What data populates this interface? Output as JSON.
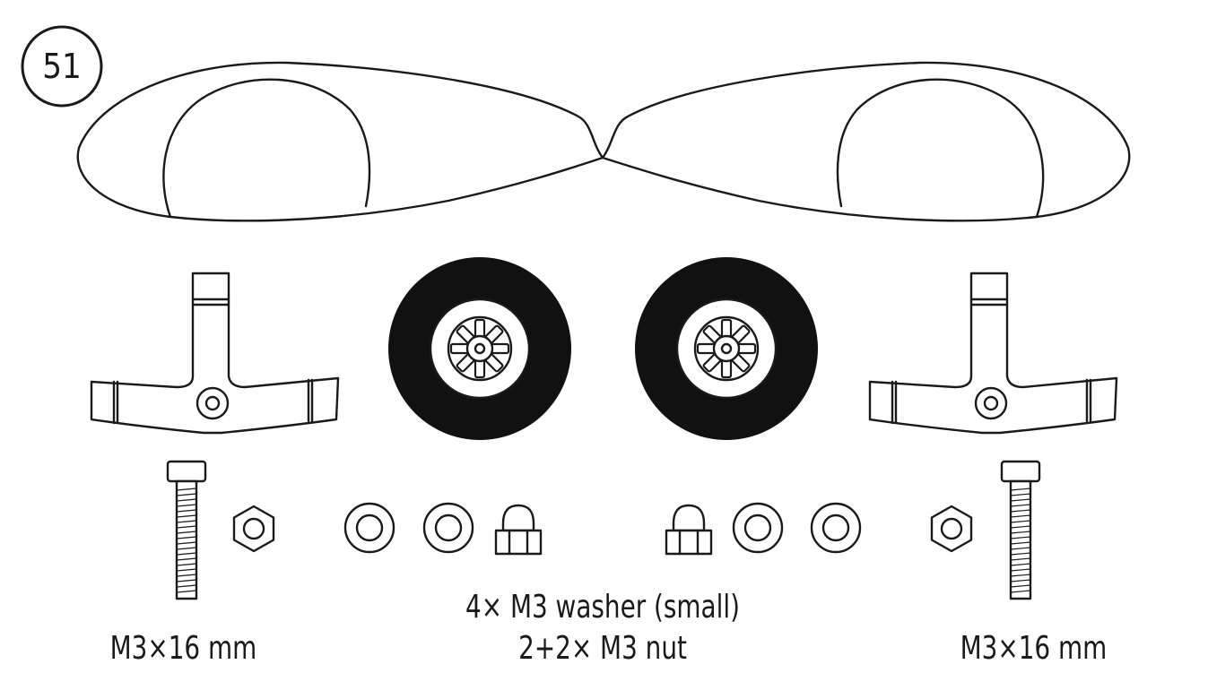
{
  "step": {
    "number": "51"
  },
  "labels": {
    "left_bolt": "M3×16 mm",
    "right_bolt": "M3×16 mm",
    "center_line1": "4× M3 washer (small)",
    "center_line2": "2+2× M3 nut"
  },
  "colors": {
    "ink": "#1a1a1a",
    "tire": "#111111",
    "paper": "#ffffff"
  }
}
